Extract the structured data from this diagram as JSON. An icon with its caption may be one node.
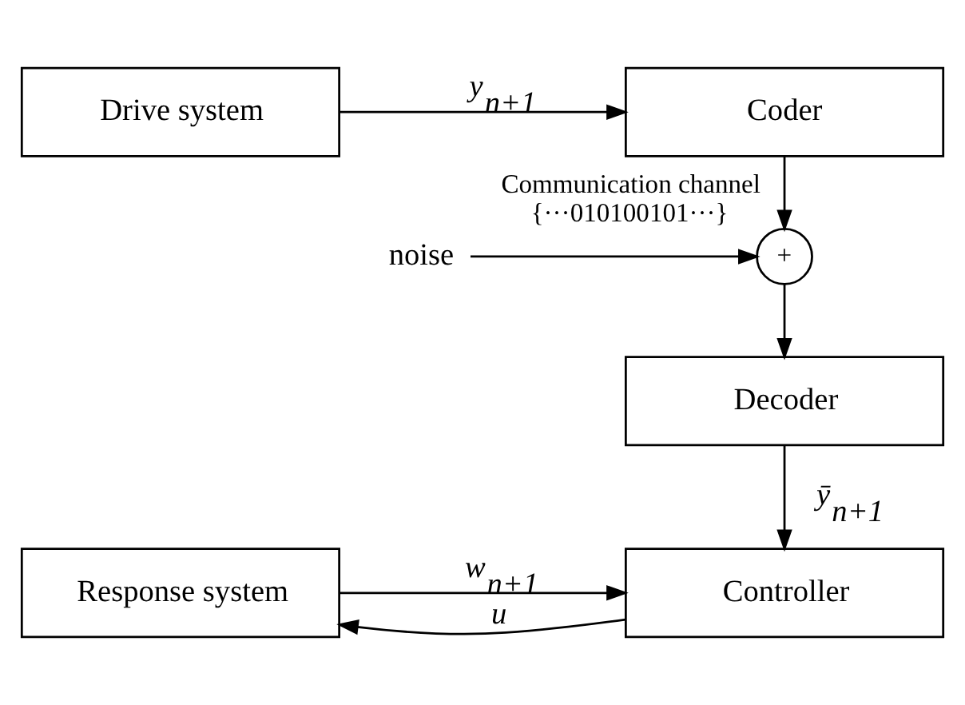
{
  "diagram": {
    "nodes": [
      {
        "text": [
          "Drive system"
        ]
      },
      {
        "text": [
          "Coder"
        ]
      },
      {
        "text": [
          "noise"
        ]
      },
      {
        "text": [
          "+"
        ],
        "beside": [
          "Communication channel",
          "{···010100101···}"
        ]
      },
      {
        "text": [
          "Decoder"
        ]
      },
      {
        "text": [
          "Response system"
        ]
      },
      {
        "text": [
          "Controller"
        ]
      }
    ],
    "edges": [
      {
        "from": 0,
        "to": 1,
        "arrow": "to",
        "label": "y$_{n+1}$"
      },
      {
        "from": 1,
        "to": 3,
        "arrow": "to"
      },
      {
        "from": 2,
        "to": 3,
        "arrow": "to"
      },
      {
        "from": 3,
        "to": 4,
        "arrow": "to"
      },
      {
        "from": 4,
        "to": 6,
        "arrow": "to",
        "label": "ȳ$_{n+1}$"
      },
      {
        "from": 5,
        "to": 6,
        "arrow": "to",
        "label": "w$_{n+1}$"
      },
      {
        "from": 6,
        "to": 5,
        "arrow": "to",
        "label": "u"
      }
    ]
  }
}
